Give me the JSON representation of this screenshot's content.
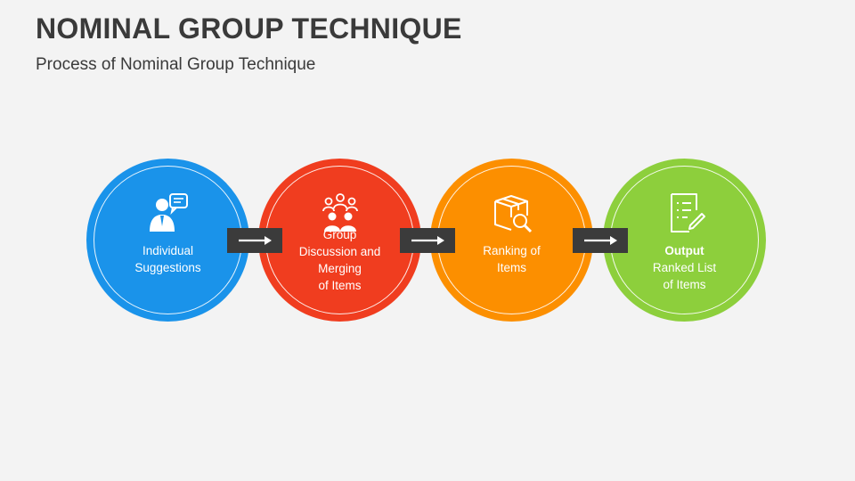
{
  "header": {
    "title": "NOMINAL GROUP TECHNIQUE",
    "subtitle": "Process of Nominal Group Technique"
  },
  "steps": [
    {
      "icon": "person-speech-bubble-icon",
      "color": "#1a93ea",
      "lines": [
        "Individual",
        "Suggestions"
      ]
    },
    {
      "icon": "group-people-icon",
      "color": "#f03d1f",
      "lines": [
        "Group",
        "Discussion and",
        "Merging",
        "of Items"
      ]
    },
    {
      "icon": "box-magnifier-icon",
      "color": "#fc8f00",
      "lines": [
        "Ranking of",
        "Items"
      ]
    },
    {
      "icon": "checklist-pencil-icon",
      "color": "#8dcf3c",
      "heading": "Output",
      "lines": [
        "Ranked List",
        "of Items"
      ]
    }
  ],
  "connector_color": "#3b3b3b"
}
